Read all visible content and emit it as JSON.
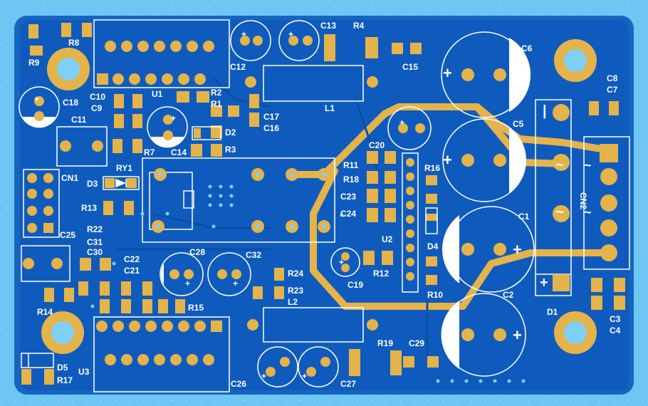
{
  "board": {
    "colors": {
      "background": "#6ec6f2",
      "board": "#1565c0",
      "copper_fill": "#0f5bbd",
      "trace": "#e4b34a",
      "pad": "#e4b34a",
      "silkscreen": "#ffffff",
      "via": "#7fd0f7"
    },
    "labels": {
      "r8": "R8",
      "r9": "R9",
      "c13": "C13",
      "r4": "R4",
      "c6": "C6",
      "c15": "C15",
      "c12": "C12",
      "c10": "C10",
      "c9": "C9",
      "u1": "U1",
      "r2": "R2",
      "r1": "R1",
      "c18": "C18",
      "c11": "C11",
      "c17": "C17",
      "c16": "C16",
      "d2": "D2",
      "r3": "R3",
      "r7": "R7",
      "c14": "C14",
      "l1": "L1",
      "c8": "C8",
      "c7": "C7",
      "c5": "C5",
      "ry1": "RY1",
      "d3": "D3",
      "cn1": "CN1",
      "r13": "R13",
      "r22": "R22",
      "c25": "C25",
      "c20": "C20",
      "r11": "R11",
      "r18": "R18",
      "c23": "C23",
      "c24": "C24",
      "r16": "R16",
      "cn2": "CN2",
      "u2": "U2",
      "d4": "D4",
      "c1": "C1",
      "c31": "C31",
      "c30": "C30",
      "c22": "C22",
      "c21": "C21",
      "c28": "C28",
      "c32": "C32",
      "r24": "R24",
      "r23": "R23",
      "r12": "R12",
      "c19": "C19",
      "r10": "R10",
      "c2": "C2",
      "d1": "D1",
      "r14": "R14",
      "r15": "R15",
      "l2": "L2",
      "c3": "C3",
      "c4": "C4",
      "r19": "R19",
      "c29": "C29",
      "d5": "D5",
      "r17": "R17",
      "u3": "U3",
      "c26": "C26",
      "c27": "C27"
    }
  }
}
